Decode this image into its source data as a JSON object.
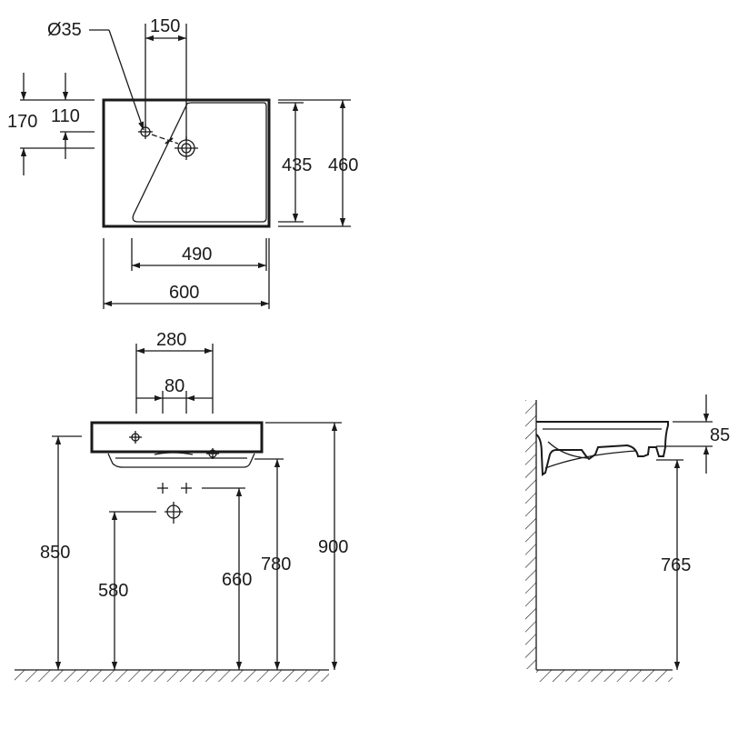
{
  "top_view": {
    "hole_diameter": "Ø35",
    "tap_offset": "150",
    "depth_outer": "170",
    "depth_inner": "110",
    "height_inner": "435",
    "height_outer": "460",
    "width_inner": "490",
    "width_outer": "600"
  },
  "front_view": {
    "fixing_span": "280",
    "fixing_inner": "80",
    "height_850": "850",
    "height_580": "580",
    "height_660": "660",
    "height_780": "780",
    "height_900": "900"
  },
  "side_view": {
    "basin_depth": "85",
    "height_765": "765"
  }
}
